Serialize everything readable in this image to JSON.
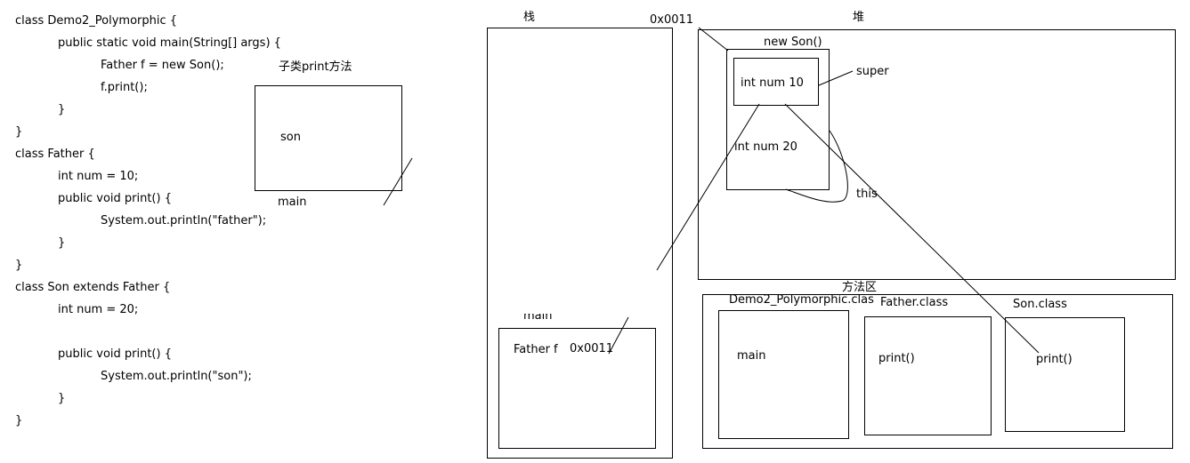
{
  "code": {
    "lines": [
      "class Demo2_Polymorphic {",
      "public static void main(String[] args) {",
      "Father f = new Son();",
      "f.print();",
      "}",
      "}",
      "class Father {",
      "int num = 10;",
      "public void print() {",
      "System.out.println(\"father\");",
      "}",
      "}",
      "class Son extends Father {",
      "int num = 20;",
      "",
      "public void print() {",
      "System.out.println(\"son\");",
      "}",
      "}"
    ]
  },
  "side_frame": {
    "title": "子类print方法",
    "inner": "son",
    "footer": "main"
  },
  "stack": {
    "title": "栈",
    "frame_cut_label": "main",
    "var_name": "Father f",
    "var_value": "0x0011"
  },
  "heap": {
    "title": "堆",
    "address": "0x0011",
    "object_label": "new Son()",
    "father_field": "int num 10",
    "son_field": "int num 20",
    "super_label": "super",
    "this_label": "this"
  },
  "method_area": {
    "title": "方法区",
    "classes": [
      {
        "name": "Demo2_Polymorphic.clas",
        "member": "main"
      },
      {
        "name": "Father.class",
        "member": "print()"
      },
      {
        "name": "Son.class",
        "member": "print()"
      }
    ]
  }
}
